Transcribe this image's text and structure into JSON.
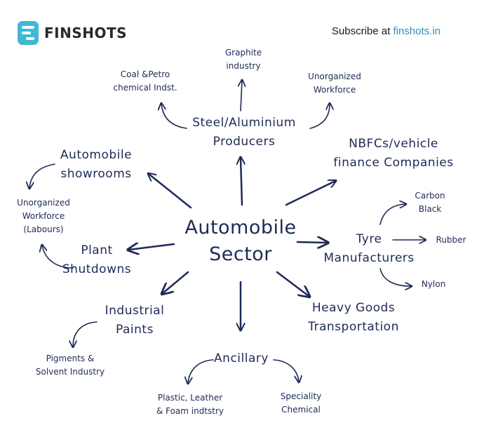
{
  "header": {
    "logo_text": "FINSHOTS",
    "subscribe_prefix": "Subscribe at ",
    "subscribe_link": "finshots.in",
    "accent": "#3fb7d7",
    "link_color": "#2d8fbf",
    "ink_color": "#1e2a57"
  },
  "diagram": {
    "center": [
      "Automobile",
      "Sector"
    ],
    "steel": [
      "Steel/Aluminium",
      "Producers"
    ],
    "graphite": [
      "Graphite",
      "industry"
    ],
    "coal": [
      "Coal &Petro",
      "chemical Indst."
    ],
    "unorg_top": [
      "Unorganized",
      "Workforce"
    ],
    "nbfc": [
      "NBFCs/vehicle",
      "finance Companies"
    ],
    "showrooms": [
      "Automobile",
      "showrooms"
    ],
    "unorg_left": [
      "Unorganized",
      "Workforce",
      "(Labours)"
    ],
    "plant": [
      "Plant",
      "Shutdowns"
    ],
    "tyre": [
      "Tyre",
      "Manufacturers"
    ],
    "carbon": [
      "Carbon",
      "Black"
    ],
    "rubber": "Rubber",
    "nylon": "Nylon",
    "paints": [
      "Industrial",
      "Paints"
    ],
    "pigments": [
      "Pigments &",
      "Solvent Industry"
    ],
    "heavy": [
      "Heavy Goods",
      "Transportation"
    ],
    "ancillary": "Ancillary",
    "plastic": [
      "Plastic, Leather",
      "& Foam indtstry"
    ],
    "speciality": [
      "Speciality",
      "Chemical"
    ]
  }
}
